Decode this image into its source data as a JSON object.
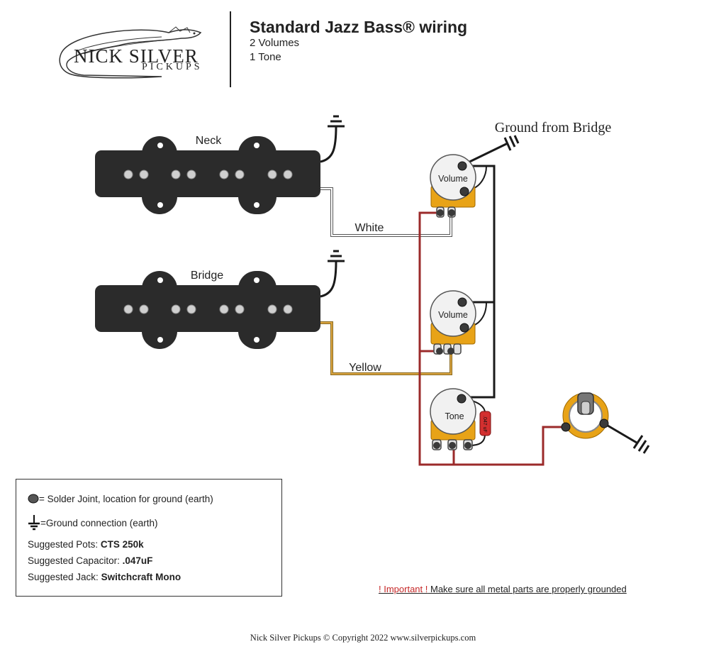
{
  "header": {
    "logo_name": "Nick Silver",
    "logo_sub": "Pickups",
    "logo_name_display": "NICK SILVER",
    "logo_sub_display": "PICKUPS",
    "title": "Standard Jazz Bass® wiring",
    "line1": "2 Volumes",
    "line2": "1 Tone"
  },
  "diagram": {
    "neck_label": "Neck",
    "bridge_label": "Bridge",
    "white_wire_label": "White",
    "yellow_wire_label": "Yellow",
    "ground_from_bridge": "Ground from Bridge",
    "volume_label_1": "Volume",
    "volume_label_2": "Volume",
    "tone_label": "Tone",
    "capacitor_label": ".047 uF",
    "colors": {
      "pickup_body": "#2b2b2b",
      "pot_body": "#e8a317",
      "red_wire": "#9b2a2a",
      "yellow_wire": "#d9a441",
      "black_wire": "#1a1a1a",
      "capacitor": "#d32f2f"
    }
  },
  "legend": {
    "solder_joint": "= Solder Joint, location for ground (earth)",
    "ground_connection": "=Ground connection (earth)",
    "pots_label": "Suggested Pots: ",
    "pots_value": "CTS 250k",
    "capacitor_label": "Suggested Capacitor: ",
    "capacitor_value": ".047uF",
    "jack_label": "Suggested Jack: ",
    "jack_value": "Switchcraft Mono"
  },
  "notice": {
    "important": "! Important !",
    "text": " Make sure all metal parts are properly grounded"
  },
  "footer": {
    "text": "Nick Silver Pickups © Copyright 2022    www.silverpickups.com"
  }
}
